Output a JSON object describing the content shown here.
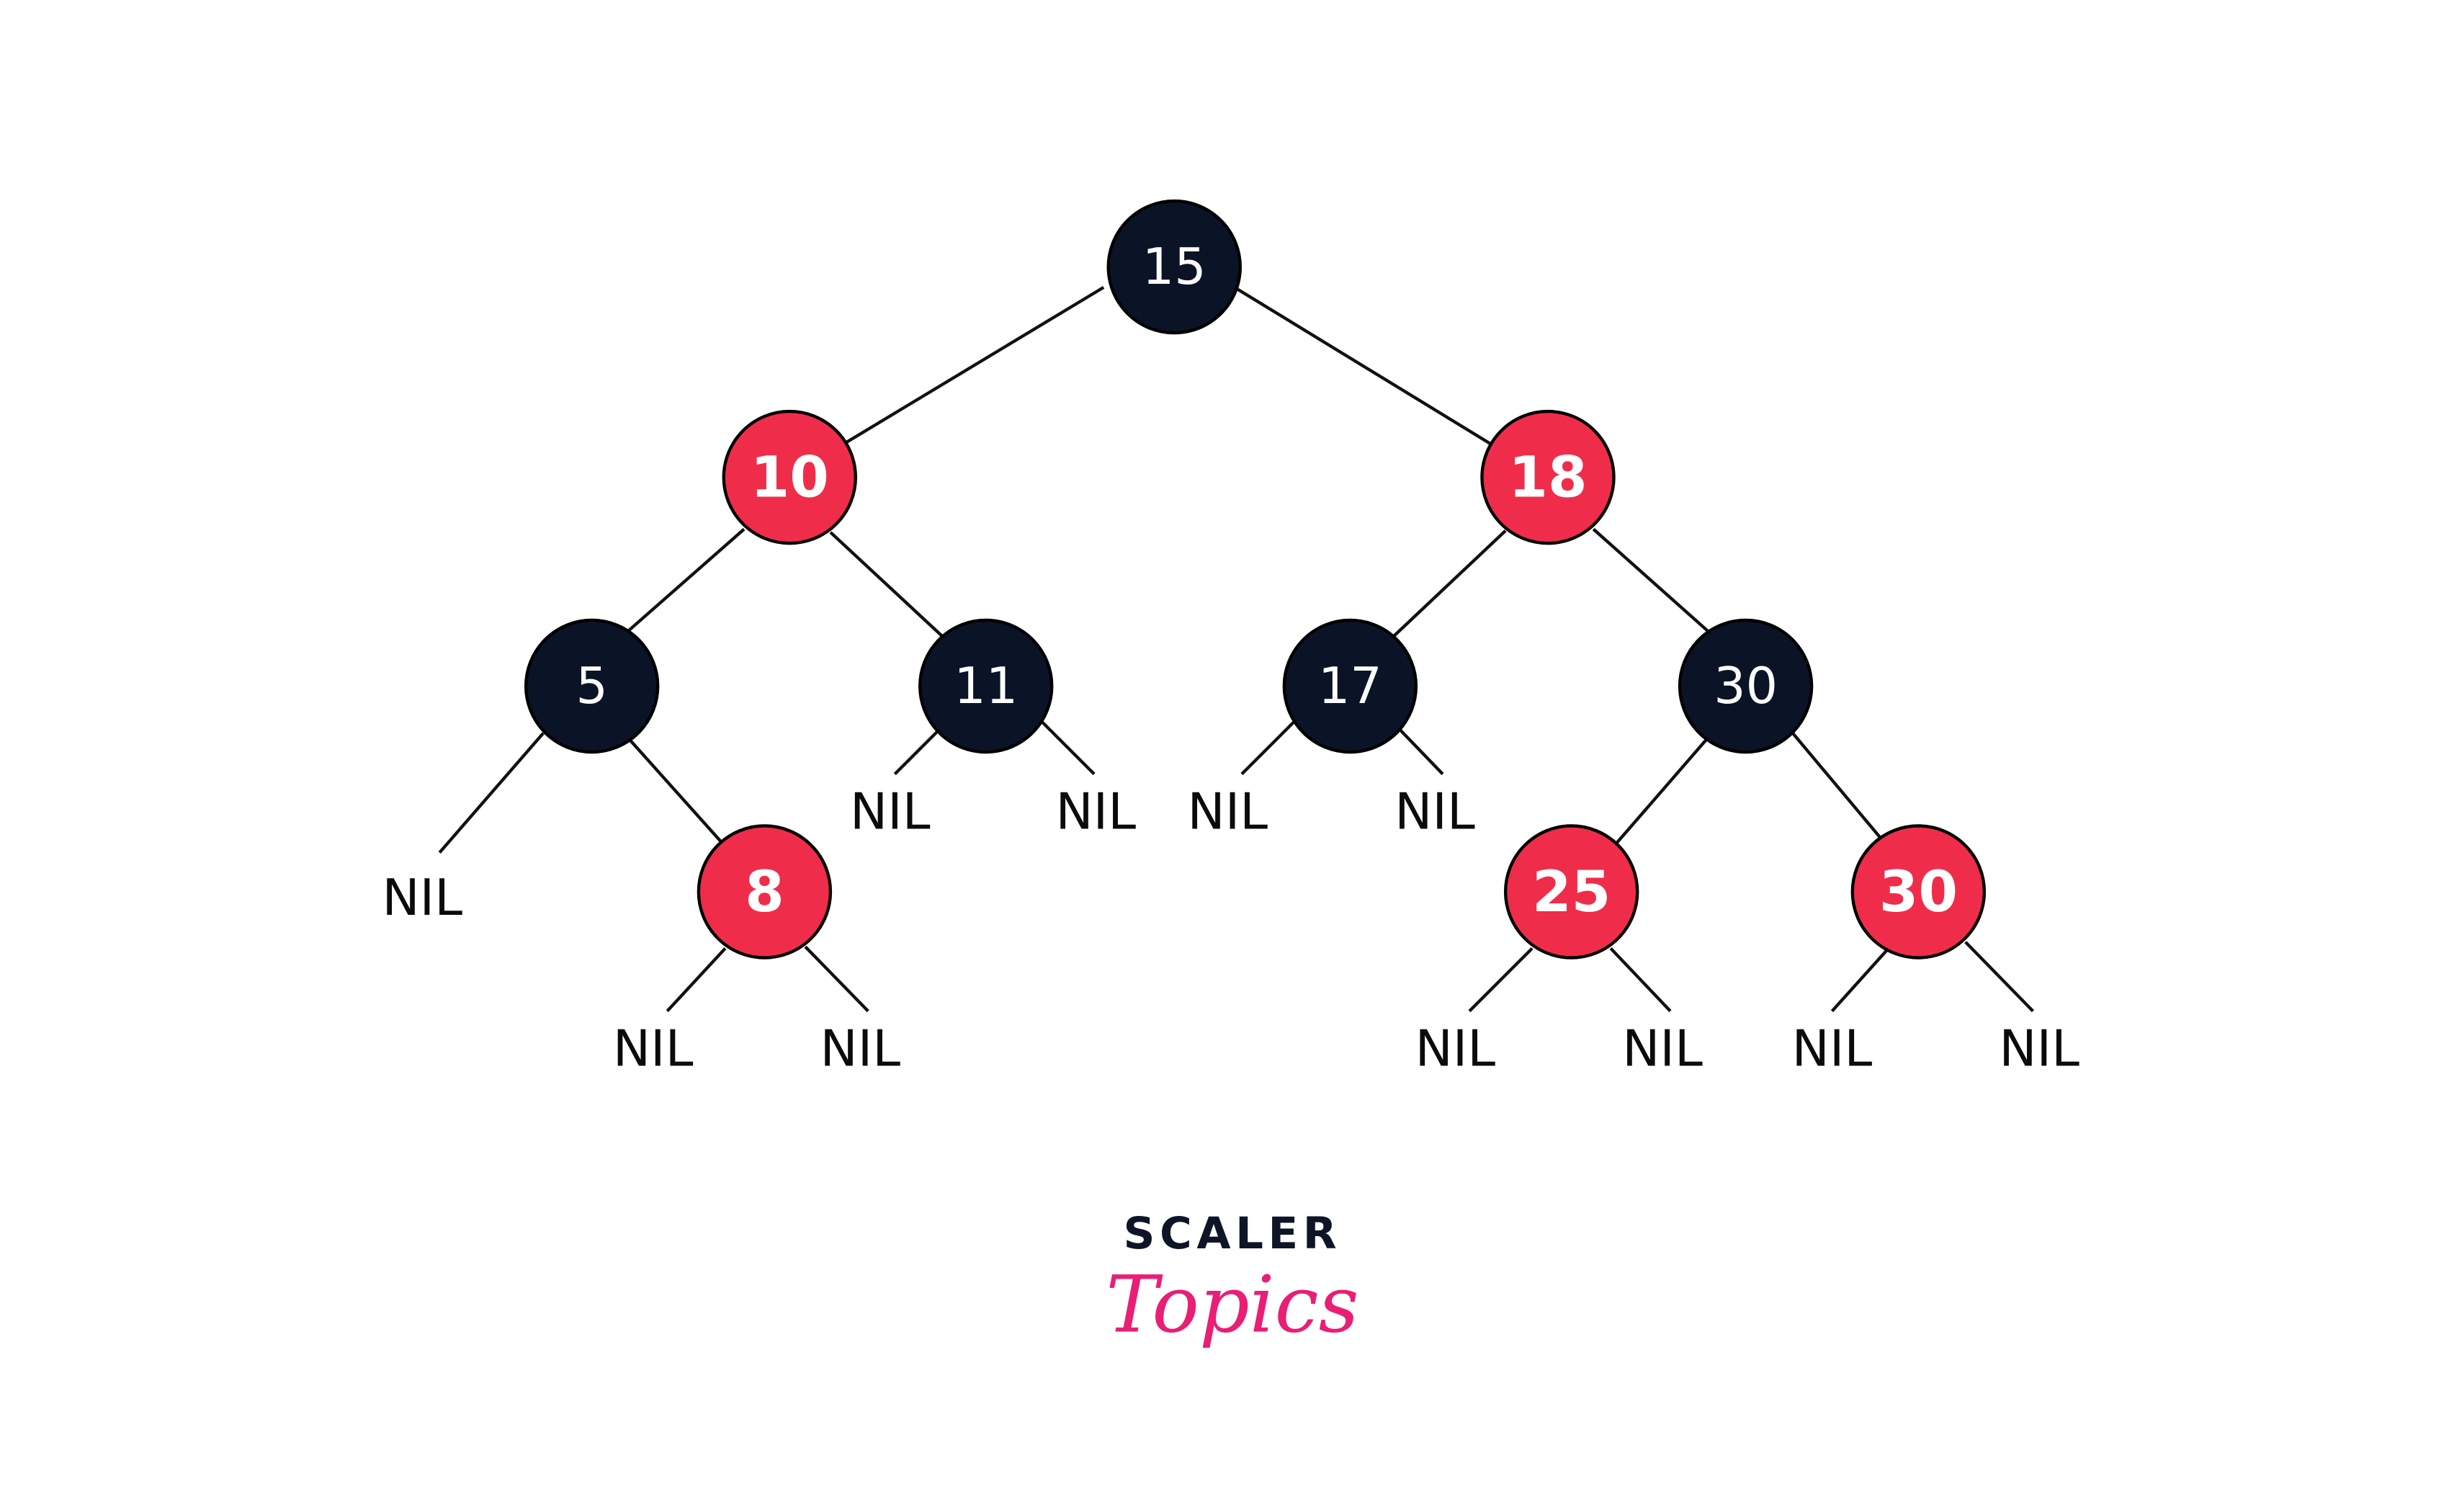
{
  "colors": {
    "black_node": "#0b1426",
    "red_node": "#ef2d4a",
    "edge": "#111111",
    "logo_dark": "#0d1526",
    "logo_pink": "#e91e74"
  },
  "tree": {
    "nodes": [
      {
        "id": "n15",
        "label": "15",
        "color": "black"
      },
      {
        "id": "n10",
        "label": "10",
        "color": "red"
      },
      {
        "id": "n18",
        "label": "18",
        "color": "red"
      },
      {
        "id": "n5",
        "label": "5",
        "color": "black"
      },
      {
        "id": "n11",
        "label": "11",
        "color": "black"
      },
      {
        "id": "n17",
        "label": "17",
        "color": "black"
      },
      {
        "id": "n30a",
        "label": "30",
        "color": "black"
      },
      {
        "id": "n8",
        "label": "8",
        "color": "red"
      },
      {
        "id": "n25",
        "label": "25",
        "color": "red"
      },
      {
        "id": "n30b",
        "label": "30",
        "color": "red"
      }
    ],
    "nil_label": "NIL"
  },
  "logo": {
    "top": "SCALER",
    "bottom": "Topics"
  }
}
